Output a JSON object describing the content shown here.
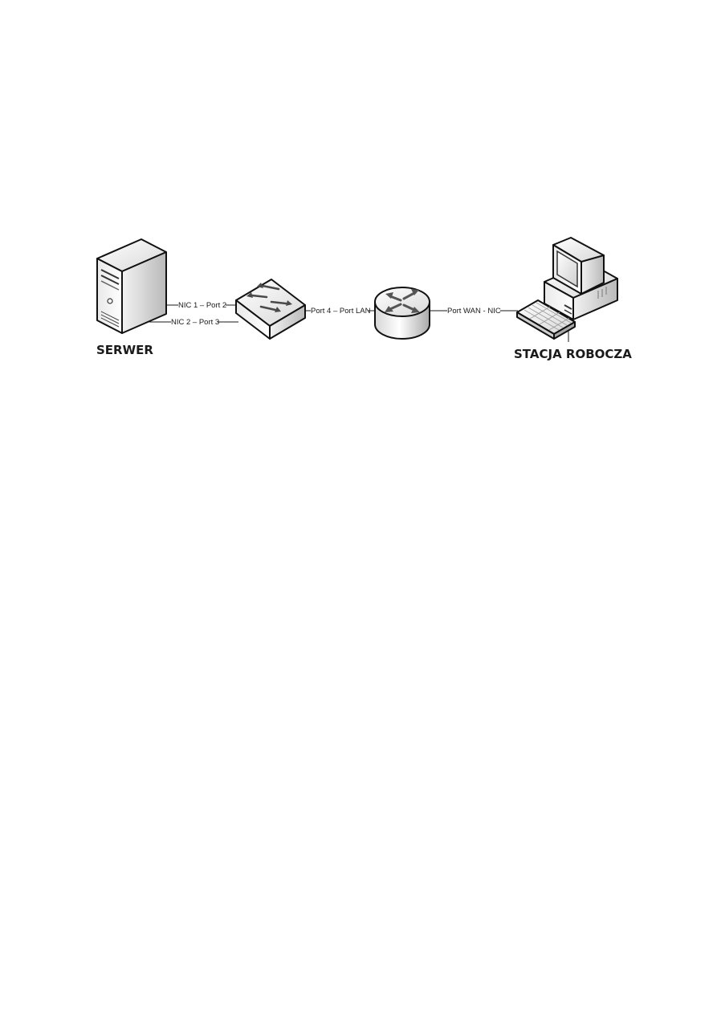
{
  "devices": {
    "server": {
      "label": "SERWER",
      "icon": "server-icon"
    },
    "switch": {
      "icon": "switch-icon"
    },
    "router": {
      "icon": "router-icon"
    },
    "workstation": {
      "label": "STACJA ROBOCZA",
      "icon": "workstation-icon"
    }
  },
  "links": {
    "server_switch_1": "NIC 1 – Port 2",
    "server_switch_2": "NIC 2 – Port 3",
    "switch_router": "Port 4 – Port LAN",
    "router_workstation": "Port WAN - NIC"
  }
}
